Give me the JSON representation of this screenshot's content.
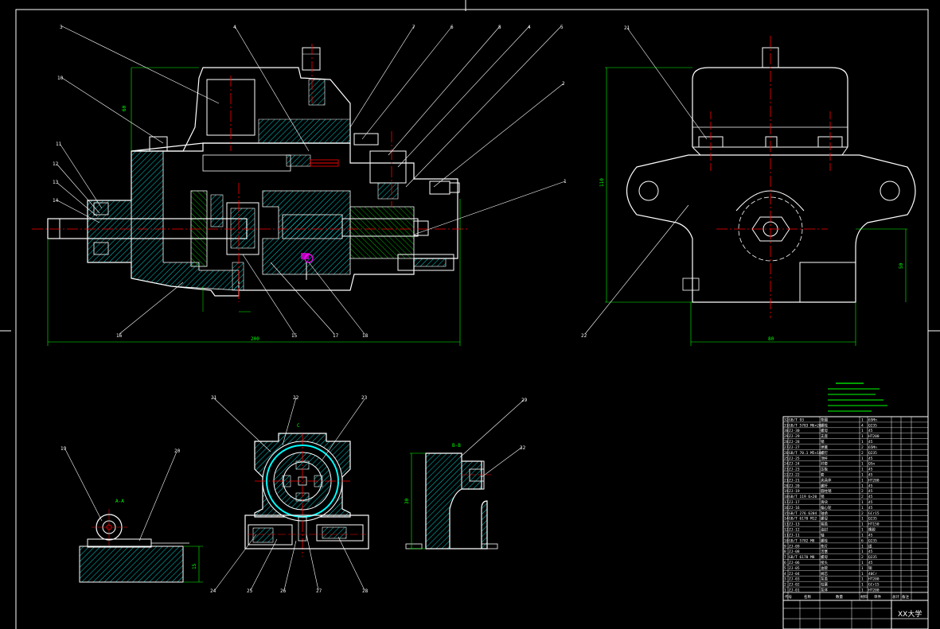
{
  "balloons_main": [
    "3",
    "10",
    "11",
    "12",
    "13",
    "14",
    "4",
    "7",
    "6",
    "8",
    "4",
    "5",
    "2",
    "1",
    "16",
    "15",
    "17",
    "18"
  ],
  "balloons_side": [
    "21",
    "22"
  ],
  "balloons_bottom": [
    "19",
    "20",
    "21",
    "22",
    "23",
    "24",
    "25",
    "26",
    "27",
    "28",
    "29",
    "32"
  ],
  "dimensions": {
    "main_width": "200",
    "main_height": "60",
    "side_height": "110",
    "side_width": "80",
    "side_right": "50",
    "view_b": "15",
    "view_c": "30",
    "view_a_label": "A-A",
    "view_b_label": "B-B",
    "view_c_label": "C"
  },
  "title_block": {
    "school": "XX大学",
    "header": [
      "代号",
      "名称",
      "数量",
      "材料",
      "单件",
      "总计",
      "备注"
    ]
  },
  "bom_rows": [
    [
      "32",
      "GB/T 93",
      "垫圈",
      "1",
      "65Mn"
    ],
    [
      "31",
      "GB/T 5783 M6×20",
      "螺栓",
      "4",
      "Q235"
    ],
    [
      "30",
      "ZJ-30",
      "螺母",
      "1",
      "45"
    ],
    [
      "29",
      "ZJ-29",
      "支座",
      "1",
      "HT200"
    ],
    [
      "28",
      "ZJ-28",
      "销",
      "1",
      "45"
    ],
    [
      "27",
      "ZJ-27",
      "弹簧",
      "2",
      "65Mn"
    ],
    [
      "26",
      "GB/T 70.1 M5×16",
      "螺钉",
      "2",
      "Q235"
    ],
    [
      "25",
      "ZJ-25",
      "顶杆",
      "1",
      "45"
    ],
    [
      "24",
      "ZJ-24",
      "衬套",
      "1",
      "QSn"
    ],
    [
      "23",
      "ZJ-23",
      "压板",
      "1",
      "45"
    ],
    [
      "22",
      "ZJ-22",
      "套",
      "1",
      "45"
    ],
    [
      "21",
      "ZJ-21",
      "夹具体",
      "1",
      "HT200"
    ],
    [
      "20",
      "ZJ-20",
      "螺杆",
      "1",
      "45"
    ],
    [
      "19",
      "ZJ-19",
      "圆柱销",
      "2",
      "45"
    ],
    [
      "18",
      "GB/T 119 6×20",
      "销",
      "2",
      "45"
    ],
    [
      "17",
      "ZJ-17",
      "滑块",
      "1",
      "45"
    ],
    [
      "16",
      "ZJ-16",
      "偏心轮",
      "1",
      "45"
    ],
    [
      "15",
      "GB/T 276 6204",
      "轴承",
      "2",
      "GCr15"
    ],
    [
      "14",
      "GB/T 6170 M12",
      "螺母",
      "1",
      "Q235"
    ],
    [
      "13",
      "ZJ-13",
      "端盖",
      "1",
      "HT150"
    ],
    [
      "12",
      "ZJ-12",
      "油封",
      "1",
      "橡胶"
    ],
    [
      "11",
      "ZJ-11",
      "轴",
      "1",
      "45"
    ],
    [
      "10",
      "GB/T 5782 M8",
      "螺栓",
      "6",
      "Q235"
    ],
    [
      "9",
      "ZJ-09",
      "垫片",
      "1",
      "纸"
    ],
    [
      "8",
      "ZJ-08",
      "活塞",
      "1",
      "45"
    ],
    [
      "7",
      "GB/T 6170 M8",
      "螺母",
      "2",
      "Q235"
    ],
    [
      "6",
      "ZJ-06",
      "接头",
      "1",
      "45"
    ],
    [
      "5",
      "ZJ-05",
      "油管",
      "1",
      "铜"
    ],
    [
      "4",
      "ZJ-04",
      "阀芯",
      "1",
      "40Cr"
    ],
    [
      "3",
      "ZJ-03",
      "泵盖",
      "1",
      "HT200"
    ],
    [
      "2",
      "ZJ-02",
      "柱塞",
      "1",
      "GCr15"
    ],
    [
      "1",
      "ZJ-01",
      "泵体",
      "1",
      "HT200"
    ]
  ],
  "colors": {
    "background": "#000000",
    "line": "#ffffff",
    "hatch": "#00ffff",
    "dimension": "#00ff00",
    "center": "#ff0000",
    "hidden": "#ffff00",
    "accent": "#ff00ff"
  }
}
